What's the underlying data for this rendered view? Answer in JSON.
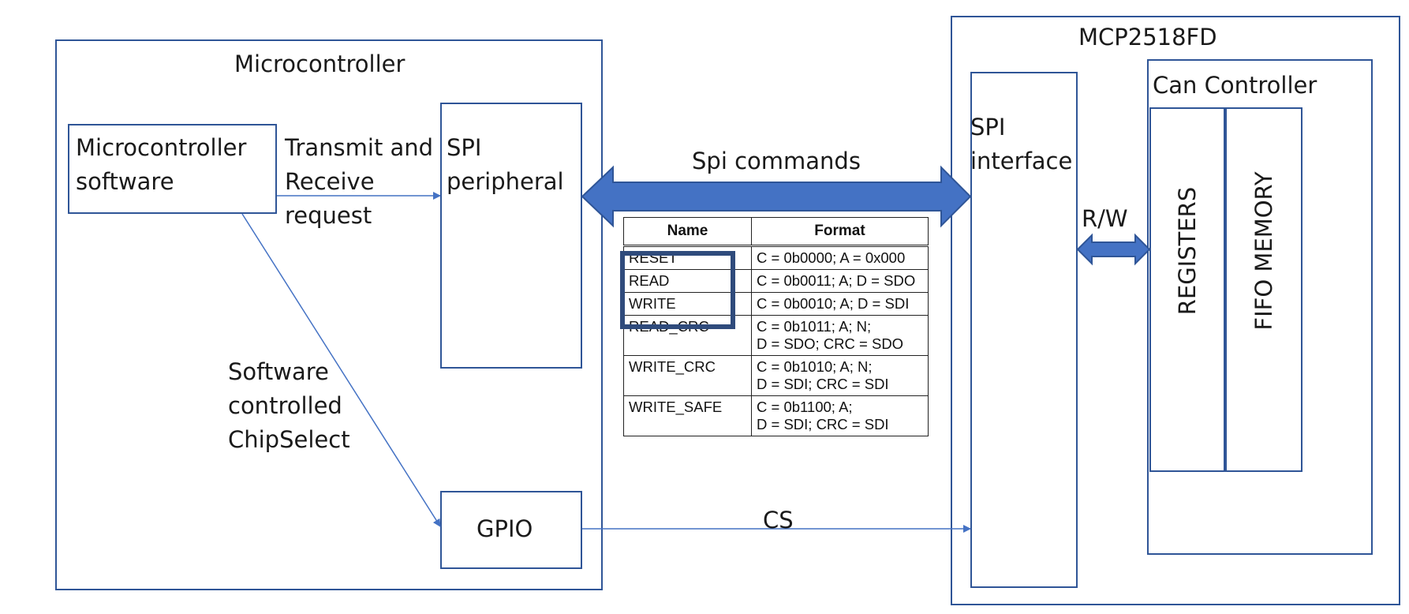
{
  "microcontroller": {
    "title": "Microcontroller",
    "software": "Microcontroller\nsoftware",
    "spi_peripheral": "SPI\nperipheral",
    "gpio": "GPIO"
  },
  "mcp": {
    "title": "MCP2518FD",
    "spi_interface": "SPI\ninterface",
    "can_controller": "Can Controller",
    "registers": "REGISTERS",
    "fifo_memory": "FIFO MEMORY"
  },
  "links": {
    "transmit_receive": "Transmit and\nReceive\nrequest",
    "chip_select": "Software\ncontrolled\nChipSelect",
    "spi_commands": "Spi commands",
    "rw": "R/W",
    "cs": "CS"
  },
  "command_table": {
    "headers": [
      "Name",
      "Format"
    ],
    "rows": [
      {
        "name": "RESET",
        "format": "C = 0b0000; A = 0x000"
      },
      {
        "name": "READ",
        "format": "C = 0b0011; A; D = SDO"
      },
      {
        "name": "WRITE",
        "format": "C = 0b0010; A; D = SDI"
      },
      {
        "name": "READ_CRC",
        "format": "C = 0b1011; A; N;\nD = SDO; CRC = SDO"
      },
      {
        "name": "WRITE_CRC",
        "format": "C = 0b1010; A; N;\nD = SDI; CRC = SDI"
      },
      {
        "name": "WRITE_SAFE",
        "format": "C = 0b1100; A;\nD = SDI; CRC = SDI"
      }
    ]
  },
  "colors": {
    "box_border": "#2f5597",
    "arrow_fill": "#4472c4",
    "highlight": "#2f4b7c"
  }
}
